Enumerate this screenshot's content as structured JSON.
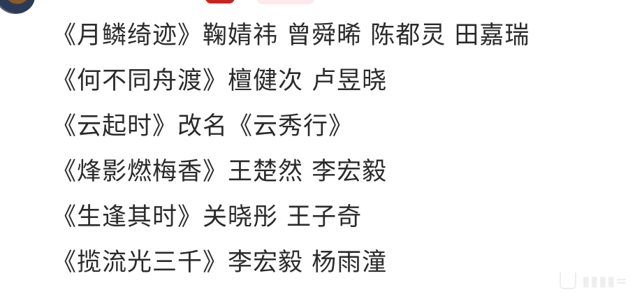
{
  "header": {
    "avatar_icon": "user-avatar",
    "badge_red_color": "#c8231f",
    "badge_pink_color": "#fde8ec"
  },
  "post": {
    "lines": [
      "《月鳞绮迹》鞠婧祎 曾舜晞 陈都灵 田嘉瑞",
      "《何不同舟渡》檀健次 卢昱晓",
      "《云起时》改名《云秀行》",
      "《烽影燃梅香》王楚然 李宏毅",
      "《生逢其时》关晓彤 王子奇",
      "《揽流光三千》李宏毅 杨雨潼"
    ],
    "text_color": "#2b2b2b"
  },
  "watermark": {
    "icon": "watermark-logo-icon",
    "text": "████"
  }
}
